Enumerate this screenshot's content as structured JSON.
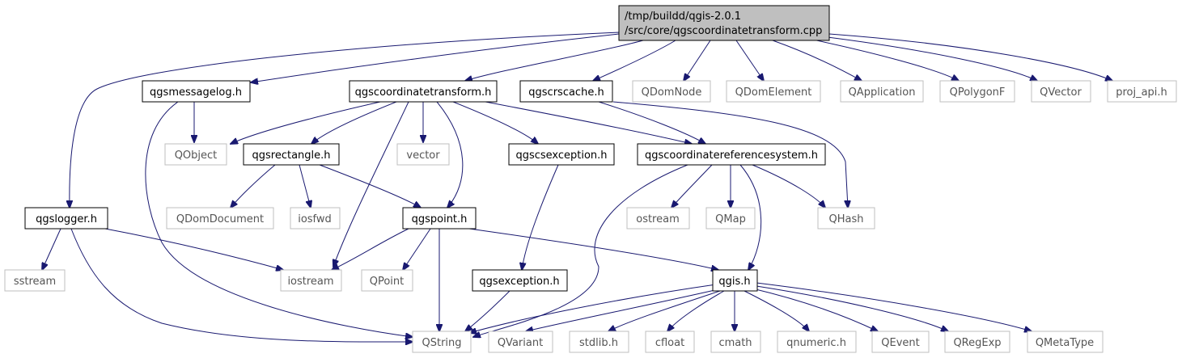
{
  "root": {
    "line1": "/tmp/buildd/qgis-2.0.1",
    "line2": "/src/core/qgscoordinatetransform.cpp"
  },
  "nodes": {
    "qgsmessagelog_h": "qgsmessagelog.h",
    "qgscoordinatetransform_h": "qgscoordinatetransform.h",
    "qgscrscache_h": "qgscrscache.h",
    "QDomNode": "QDomNode",
    "QDomElement": "QDomElement",
    "QApplication": "QApplication",
    "QPolygonF": "QPolygonF",
    "QVector": "QVector",
    "proj_api_h": "proj_api.h",
    "QObject": "QObject",
    "qgsrectangle_h": "qgsrectangle.h",
    "vector": "vector",
    "qgscsexception_h": "qgscsexception.h",
    "qgscoordinatereferencesystem_h": "qgscoordinatereferencesystem.h",
    "qgslogger_h": "qgslogger.h",
    "QDomDocument": "QDomDocument",
    "iosfwd": "iosfwd",
    "qgspoint_h": "qgspoint.h",
    "ostream": "ostream",
    "QMap": "QMap",
    "QHash": "QHash",
    "sstream": "sstream",
    "iostream": "iostream",
    "QPoint": "QPoint",
    "qgsexception_h": "qgsexception.h",
    "qgis_h": "qgis.h",
    "QString": "QString",
    "QVariant": "QVariant",
    "stdlib_h": "stdlib.h",
    "cfloat": "cfloat",
    "cmath": "cmath",
    "qnumeric_h": "qnumeric.h",
    "QEvent": "QEvent",
    "QRegExp": "QRegExp",
    "QMetaType": "QMetaType"
  },
  "colors": {
    "edge": "#191970",
    "internal_border": "#000000",
    "external_border": "#bfbfbf",
    "root_fill": "#bfbfbf"
  }
}
